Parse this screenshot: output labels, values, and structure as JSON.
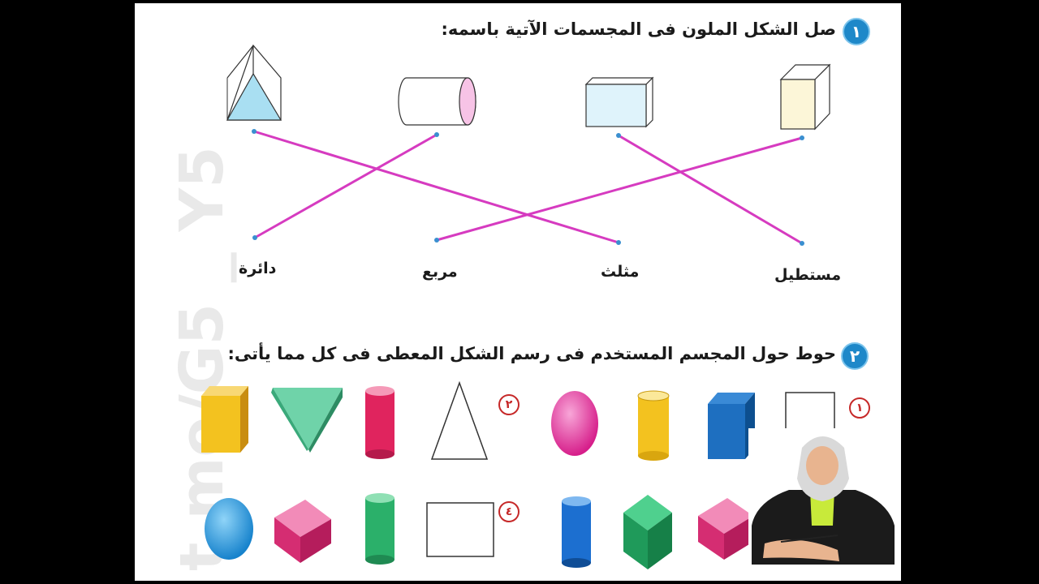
{
  "question1": {
    "number": "١",
    "title": "صل الشكل الملون فى المجسمات الآتية باسمه:",
    "labels": [
      "دائرة",
      "مربع",
      "مثلث",
      "مستطيل"
    ]
  },
  "question2": {
    "number": "٢",
    "title": "حوط حول المجسم المستخدم فى رسم الشكل المعطى فى كل مما يأتى:",
    "items": [
      "١",
      "٢",
      "٤"
    ]
  },
  "watermark": "t.me/G5 _ Y5",
  "colors": {
    "line": "#d63bc0",
    "badge": "#1e88c9",
    "subnum": "#c62828"
  }
}
